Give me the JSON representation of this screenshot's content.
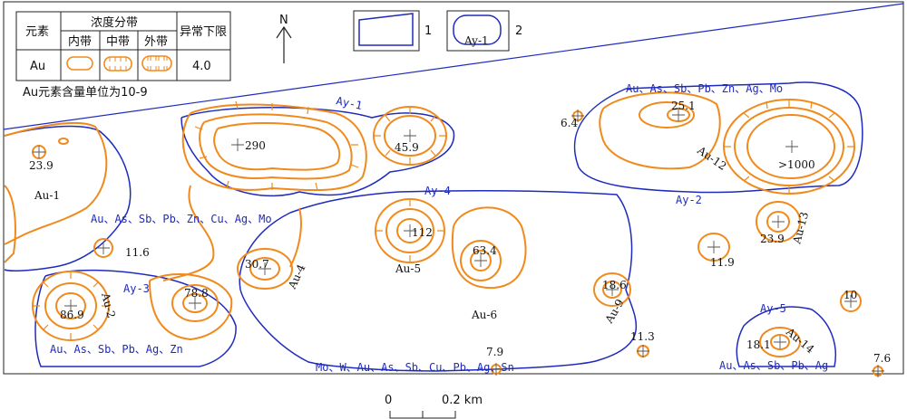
{
  "legend": {
    "header_element": "元素",
    "header_zones": "浓度分带",
    "header_inner": "内带",
    "header_middle": "中带",
    "header_outer": "外带",
    "header_lower": "异常下限",
    "element": "Au",
    "lower_value": "4.0",
    "unit_note": "Au元素含量单位为10-9"
  },
  "north_label": "N",
  "symbol_legend": {
    "item1_num": "1",
    "item2_num": "2",
    "item2_label": "Ay-1"
  },
  "scale": {
    "zero": "0",
    "distance": "0.2 km"
  },
  "colors": {
    "geochem_contour": "#f08a1c",
    "comprehensive_anomaly": "#1f2bbd",
    "text": "#111111"
  },
  "composite_anomalies": [
    {
      "id": "Ay-1",
      "elements": ""
    },
    {
      "id": "Ay-2",
      "elements": "Au、As、Sb、Pb、Zn、Ag、Mo"
    },
    {
      "id": "Ay-3",
      "elements": "Au、As、Sb、Pb、Ag、Zn"
    },
    {
      "id": "Ay-4",
      "elements": "Mo、W、Au、As、Sb、Cu、Pb、Ag、Sn"
    },
    {
      "id": "Ay-5",
      "elements": "Au、As、Sb、Pb、Ag"
    },
    {
      "id": "west",
      "elements": "Au、As、Sb、Pb、Zn、Cu、Ag、Mo"
    }
  ],
  "au_anomalies": [
    "Au-1",
    "Au-2",
    "Au-4",
    "Au-5",
    "Au-6",
    "Au-9",
    "Au-12",
    "Au-13",
    "Au-14"
  ],
  "peak_values": [
    "23.9",
    "11.6",
    "86.9",
    "78.8",
    "290",
    "30.7",
    "45.9",
    "112",
    "63.4",
    "18.6",
    "11.3",
    "7.9",
    "6.4",
    "25.1",
    ">1000",
    "23.9",
    "11.9",
    "10",
    "18.1",
    "7.6"
  ]
}
